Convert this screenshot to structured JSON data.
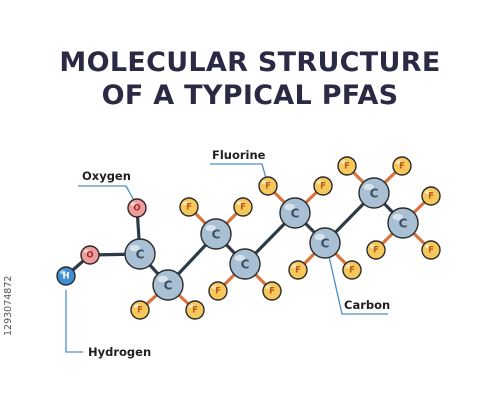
{
  "title": {
    "line1": "MOLECULAR STRUCTURE",
    "line2": "OF A TYPICAL PFAS"
  },
  "labels": {
    "oxygen": "Oxygen",
    "fluorine": "Fluorine",
    "hydrogen": "Hydrogen",
    "carbon": "Carbon"
  },
  "atom_symbols": {
    "carbon": "C",
    "fluorine": "F",
    "oxygen": "O",
    "hydrogen": "H"
  },
  "image_id": "1293074872",
  "colors": {
    "title": "#2a2a44",
    "carbon_fill": "#a9bfd3",
    "carbon_text": "#3a4f63",
    "fluorine_fill": "#f6c75a",
    "fluorine_text": "#b85a1a",
    "oxygen_fill": "#f09a9a",
    "oxygen_text": "#9b2d2d",
    "hydrogen_fill": "#3d8fd1",
    "hydrogen_text": "#ffffff",
    "bond_cf": "#d9733f",
    "bond_cc": "#2d3a48",
    "leader_line": "#4a8fc8"
  }
}
